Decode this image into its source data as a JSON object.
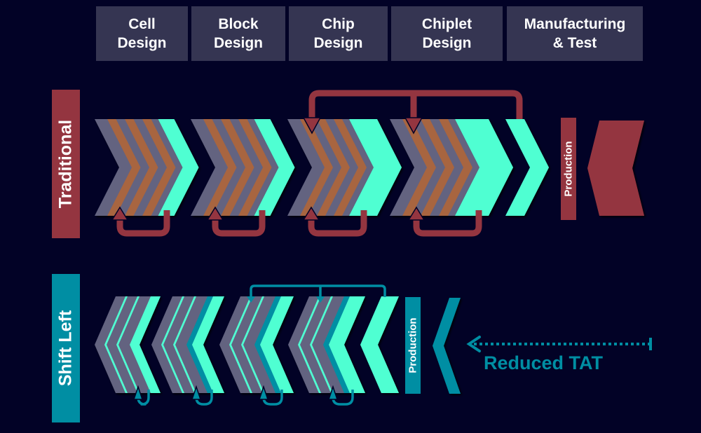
{
  "stages": [
    {
      "label": "Cell\nDesign"
    },
    {
      "label": "Block\nDesign"
    },
    {
      "label": "Chip\nDesign"
    },
    {
      "label": "Chiplet\nDesign"
    },
    {
      "label": "Manufacturing\n& Test"
    }
  ],
  "rows": {
    "traditional": {
      "label": "Traditional",
      "production_label": "Production"
    },
    "shift_left": {
      "label": "Shift Left",
      "production_label": "Production"
    }
  },
  "annotation": {
    "reduced_tat": "Reduced TAT"
  },
  "colors": {
    "background": "#020226",
    "header": "#353552",
    "traditional": "#943540",
    "shift_left": "#008ea3",
    "gray_chevron": "#636380",
    "orange_stripe": "#a8653f",
    "aqua": "#50ffd2"
  }
}
